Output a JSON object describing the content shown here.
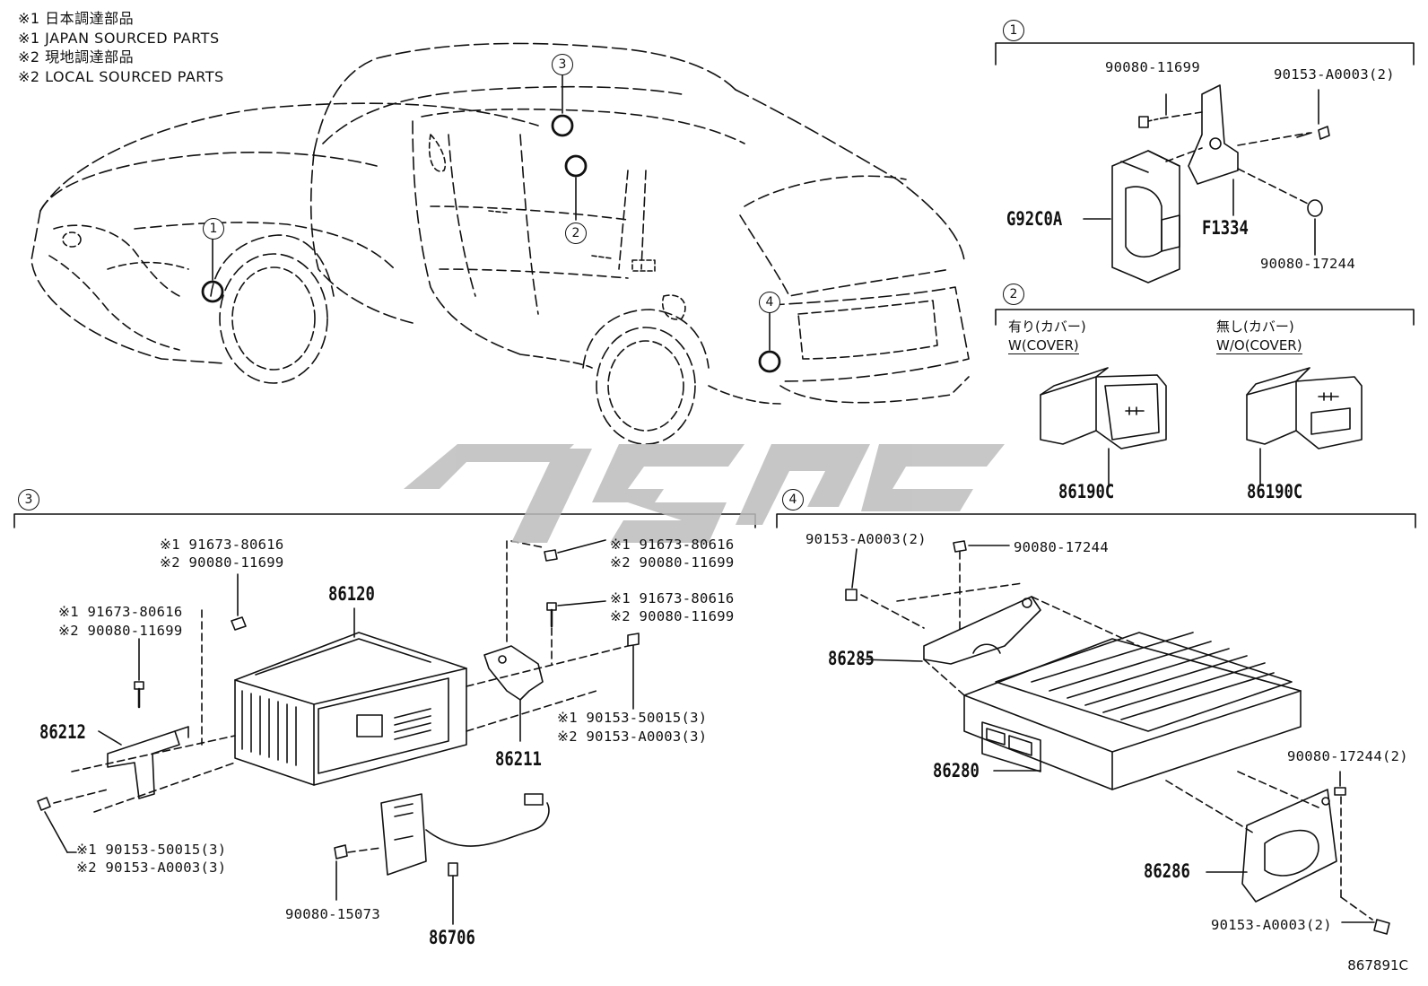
{
  "notes": [
    "※1 日本調達部品",
    "※1 JAPAN SOURCED PARTS",
    "※2 現地調達部品",
    "※2 LOCAL SOURCED PARTS"
  ],
  "vehicle_callouts": [
    "1",
    "2",
    "3",
    "4"
  ],
  "section1": {
    "num": "1",
    "parts": {
      "bolt_a": "90080-11699",
      "bolt_b": "90153-A0003(2)",
      "module": "G92C0A",
      "bracket": "F1334",
      "nut": "90080-17244"
    }
  },
  "section2": {
    "num": "2",
    "variant_w_jp": "有り(カバー)",
    "variant_w": "W(COVER)",
    "variant_wo_jp": "無し(カバー)",
    "variant_wo": "W/O(COVER)",
    "part_w": "86190C",
    "part_wo": "86190C"
  },
  "section3": {
    "num": "3",
    "parts": {
      "p_top_a1": "※1 91673-80616",
      "p_top_a2": "※2 90080-11699",
      "p_left_a1": "※1 91673-80616",
      "p_left_a2": "※2 90080-11699",
      "p_right_a1": "※1 91673-80616",
      "p_right_a2": "※2 90080-11699",
      "p_right_b1": "※1 91673-80616",
      "p_right_b2": "※2 90080-11699",
      "p_right_c1": "※1 90153-50015(3)",
      "p_right_c2": "※2 90153-A0003(3)",
      "p_left_c1": "※1 90153-50015(3)",
      "p_left_c2": "※2 90153-A0003(3)",
      "unit": "86120",
      "bracket_l": "86212",
      "bracket_r": "86211",
      "screw": "90080-15073",
      "harness": "86706"
    }
  },
  "section4": {
    "num": "4",
    "parts": {
      "bolt_tl": "90153-A0003(2)",
      "nut_t": "90080-17244",
      "bracket_t": "86285",
      "ecu": "86280",
      "nut_r": "90080-17244(2)",
      "bracket_b": "86286",
      "bolt_br": "90153-A0003(2)"
    }
  },
  "ref_code": "867891C"
}
